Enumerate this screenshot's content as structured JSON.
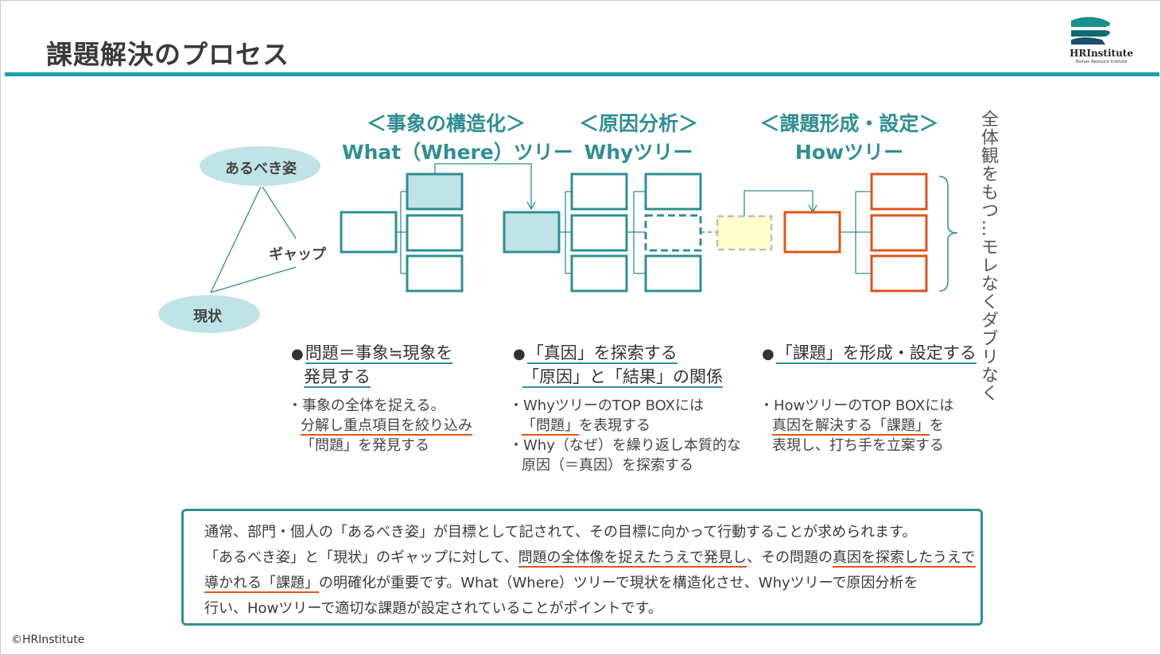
{
  "slide": {
    "title": "課題解決のプロセス",
    "copyright": "©HRInstitute"
  },
  "logo": {
    "name": "HRInstitute",
    "sub": "Human Resource Institute"
  },
  "colors": {
    "teal": "#2f8f94",
    "orange": "#e0541a",
    "light_teal_fill": "#bfe3e6",
    "yellow_fill": "#ffffcc",
    "gray_dash": "#bdbdbd"
  },
  "ellipses": {
    "ideal": "あるべき姿",
    "current": "現状",
    "gap": "ギャップ"
  },
  "sections": [
    {
      "header1": "＜事象の構造化＞",
      "header2": "What（Where）ツリー"
    },
    {
      "header1": "＜原因分析＞",
      "header2": "Whyツリー"
    },
    {
      "header1": "＜課題形成・設定＞",
      "header2": "Howツリー"
    }
  ],
  "vertical_note": "全体観をもつ…モレなくダブリなく",
  "points": {
    "what": {
      "bullet": "●",
      "line1": "問題＝事象≒現象を",
      "line2": "発見する"
    },
    "why": {
      "bullet": "●",
      "line1": "「真因」を探索する",
      "line2": "「原因」と「結果」の関係"
    },
    "how": {
      "bullet": "●",
      "line1": "「課題」を形成・設定する"
    }
  },
  "details": {
    "what": {
      "dot": "・",
      "line1": "事象の全体を捉える。",
      "line2": "分解し重点項目を絞り込み",
      "line3": "「問題」を発見する"
    },
    "why": {
      "dot": "・",
      "line1": "WhyツリーのTOP BOXには",
      "line2a": "「問題」",
      "line2b": "を表現する",
      "line3": "Why（なぜ）を繰り返し本質的な",
      "line4": "原因（＝真因）を探索する"
    },
    "how": {
      "dot": "・",
      "line1": "HowツリーのTOP BOXには",
      "line2a": "真因を解決する「課題」",
      "line2b": "を",
      "line3": "表現し、打ち手を立案する"
    }
  },
  "summary": {
    "l1": "通常、部門・個人の「あるべき姿」が目標として記されて、その目標に向かって行動することが求められます。",
    "l2a": "「あるべき姿」と「現状」のギャップに対して、",
    "l2b": "問題の全体像を捉えたうえで発見し",
    "l2c": "、その問題の",
    "l2d": "真因を探索したうえで",
    "l3a": "導かれる「課題」",
    "l3b": "の明確化が重要です。What（Where）ツリーで現状を構造化させ、Whyツリーで原因分析を",
    "l4": "行い、Howツリーで適切な課題が設定されていることがポイントです。"
  }
}
